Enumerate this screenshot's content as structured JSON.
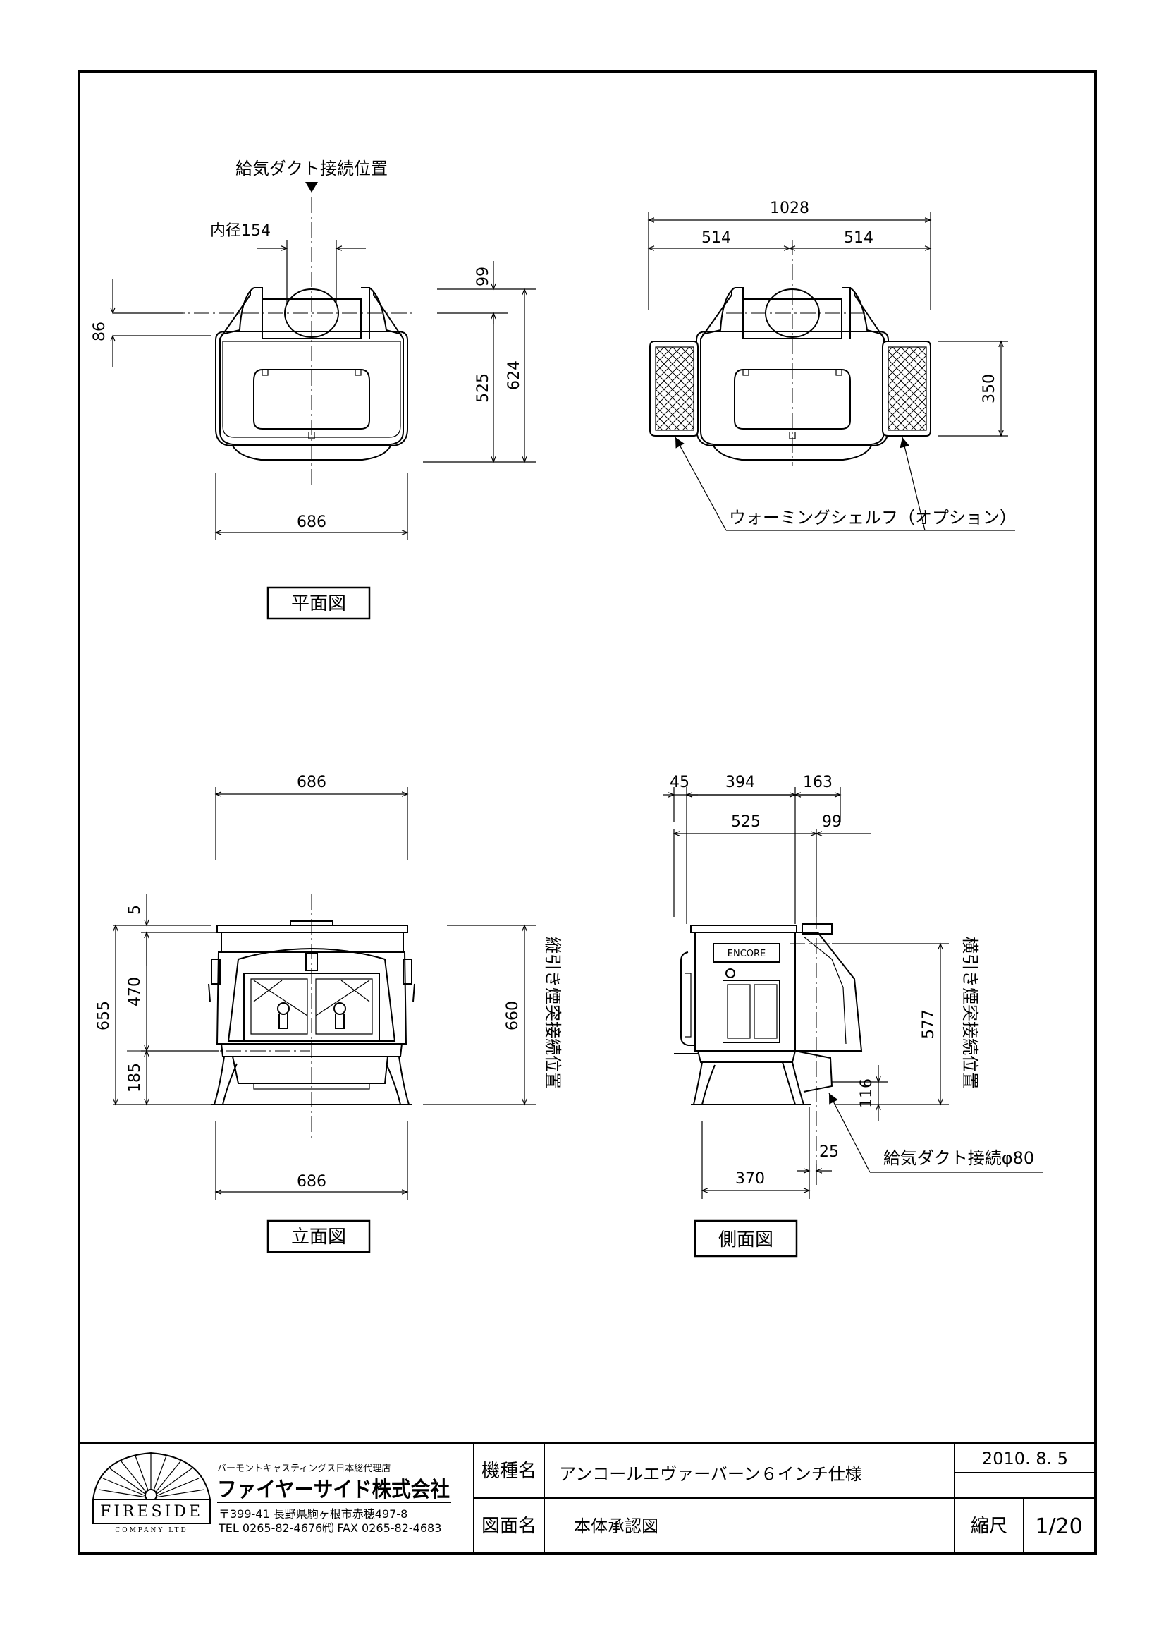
{
  "plan_view": {
    "air_duct_label": "給気ダクト接続位置",
    "inner_diameter_label": "内径154",
    "dim_width": "686",
    "dim_86": "86",
    "dim_99": "99",
    "dim_525": "525",
    "dim_624": "624",
    "title": "平面図"
  },
  "plan_shelf_view": {
    "dim_1028": "1028",
    "dim_514_left": "514",
    "dim_514_right": "514",
    "dim_350": "350",
    "shelf_label": "ウォーミングシェルフ（オプション）"
  },
  "front_view": {
    "dim_686_top": "686",
    "dim_686_bottom": "686",
    "dim_5": "5",
    "dim_470": "470",
    "dim_655": "655",
    "dim_185": "185",
    "dim_660": "660",
    "vertical_label": "縦引き煙突接続位置",
    "title": "立面図"
  },
  "side_view": {
    "dim_45": "45",
    "dim_394": "394",
    "dim_163": "163",
    "dim_525": "525",
    "dim_99": "99",
    "dim_577": "577",
    "dim_116": "116",
    "dim_25": "25",
    "dim_370": "370",
    "horizontal_label": "横引き煙突接続位置",
    "duct_label": "給気ダクト接続φ80",
    "badge": "ENCORE",
    "title": "側面図"
  },
  "title_block": {
    "company_tagline": "バーモントキャスティングス日本総代理店",
    "company_name": "ファイヤーサイド株式会社",
    "address": "〒399-41 長野県駒ヶ根市赤穂497-8",
    "phone": "TEL 0265-82-4676㈹ FAX 0265-82-4683",
    "logo_text": "FIRESIDE",
    "logo_subtext": "COMPANY LTD",
    "model_label": "機種名",
    "model_value": "アンコールエヴァーバーン６インチ仕様",
    "drawing_label": "図面名",
    "drawing_value": "本体承認図",
    "date": "2010. 8. 5",
    "scale_label": "縮尺",
    "scale_value": "1/20"
  }
}
